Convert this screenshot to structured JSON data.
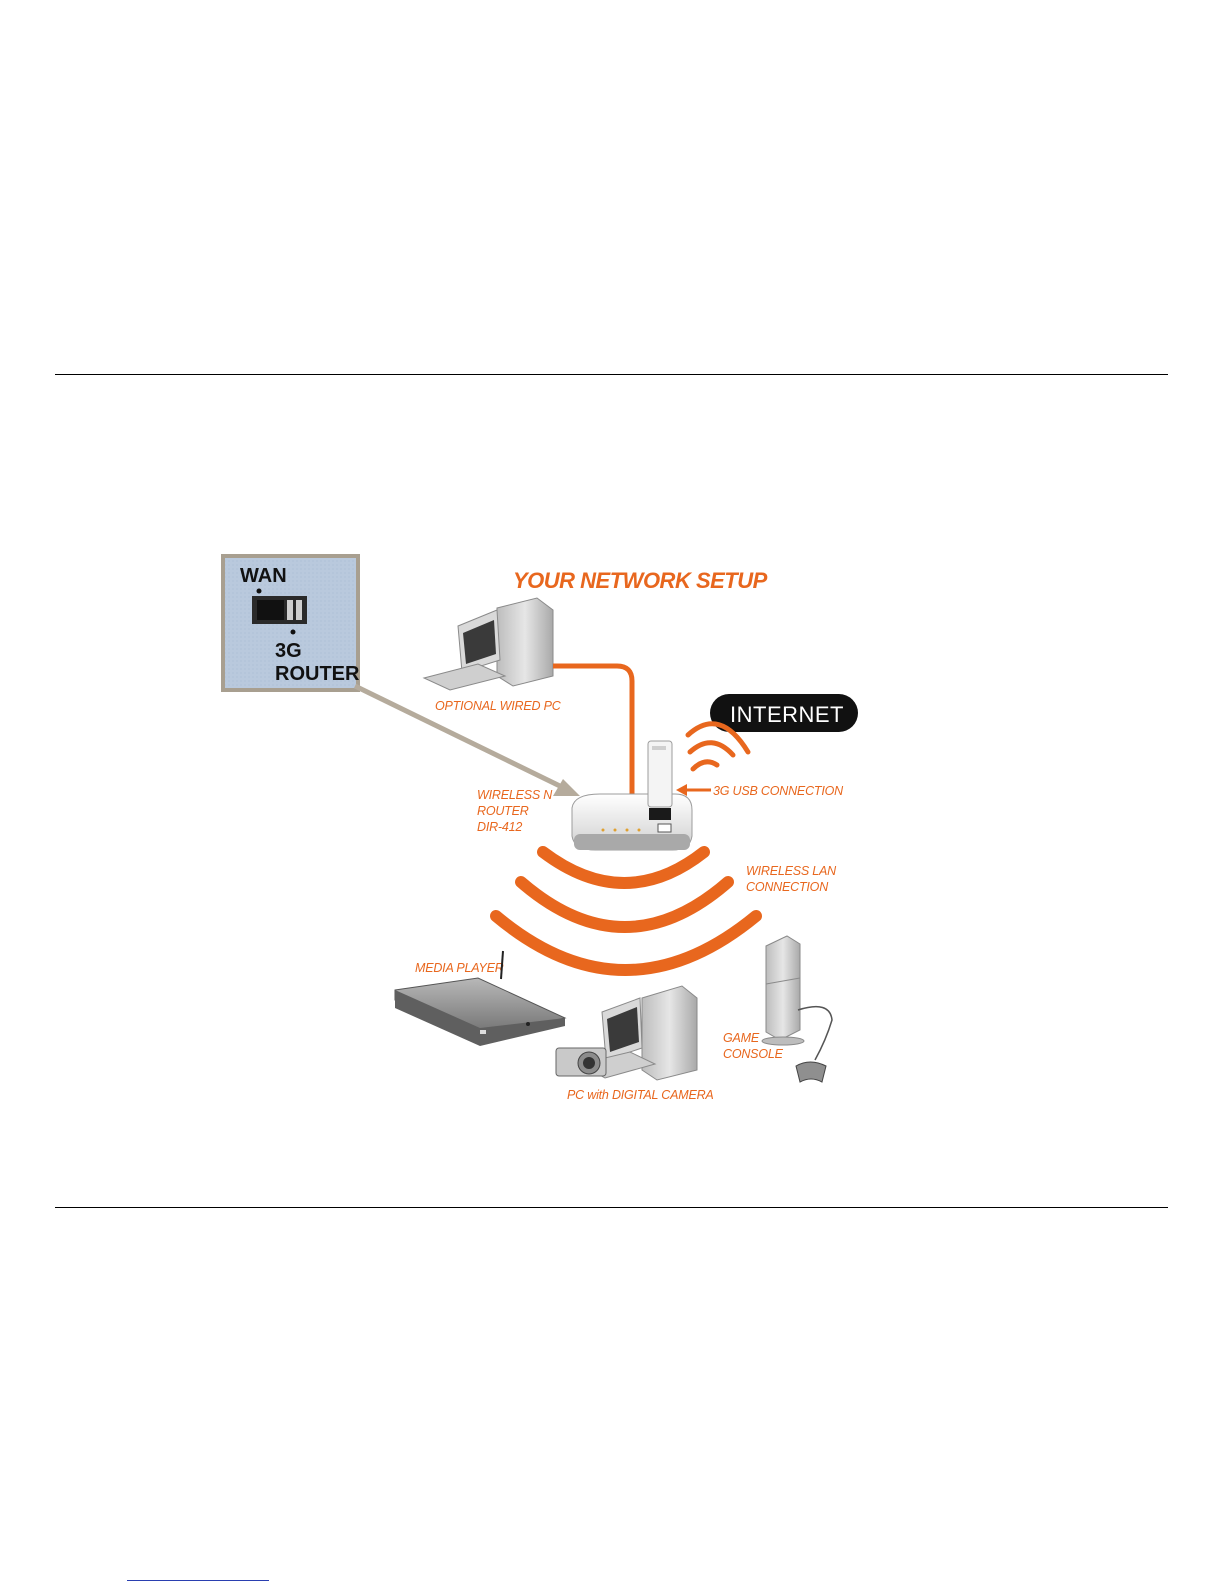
{
  "diagram": {
    "title": "YOUR NETWORK SETUP",
    "switch_panel": {
      "label_top": "WAN",
      "label_bottom_line1": "3G",
      "label_bottom_line2": "ROUTER"
    },
    "internet_badge": "INTERNET",
    "labels": {
      "optional_wired_pc": "OPTIONAL WIRED PC",
      "router_line1": "WIRELESS N",
      "router_line2": "ROUTER",
      "router_line3": "DIR-412",
      "usb_connection": "3G USB CONNECTION",
      "wlan_line1": "WIRELESS LAN",
      "wlan_line2": "CONNECTION",
      "media_player": "MEDIA PLAYER",
      "game_line1": "GAME",
      "game_line2": "CONSOLE",
      "pc_camera": "PC with DIGITAL CAMERA"
    },
    "colors": {
      "accent": "#e8671e",
      "panel_bg": "#b8c8dc",
      "panel_border": "#a89f90"
    }
  }
}
